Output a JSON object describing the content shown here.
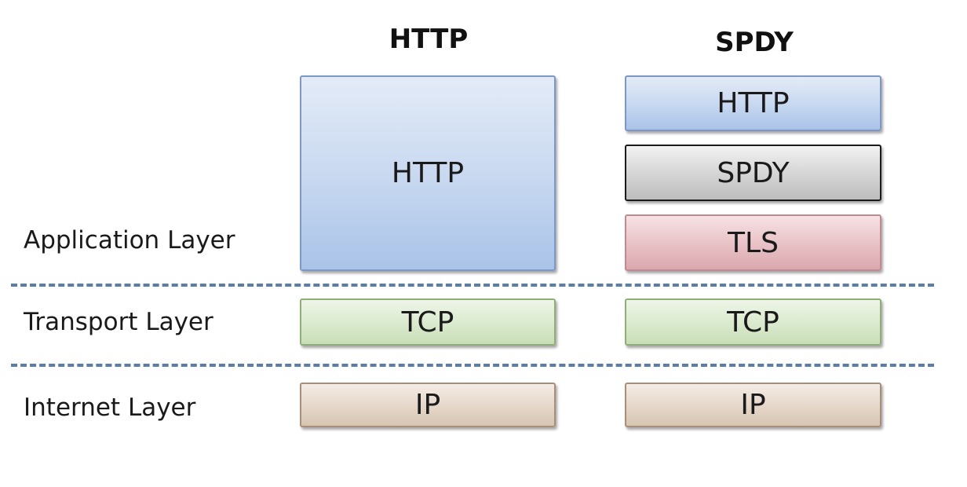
{
  "columns": {
    "http": {
      "title": "HTTP",
      "application": "HTTP",
      "transport": "TCP",
      "internet": "IP"
    },
    "spdy": {
      "title": "SPDY",
      "application": [
        "HTTP",
        "SPDY",
        "TLS"
      ],
      "transport": "TCP",
      "internet": "IP"
    }
  },
  "layers": {
    "application": "Application Layer",
    "transport": "Transport Layer",
    "internet": "Internet Layer"
  },
  "colors": {
    "http_box": "#c9d9f0",
    "spdy_box": "#d6d6d6",
    "tls_box": "#e9c4c8",
    "tcp_box": "#dcebd0",
    "ip_box": "#e6d8cb",
    "divider": "#5b7ea8"
  }
}
